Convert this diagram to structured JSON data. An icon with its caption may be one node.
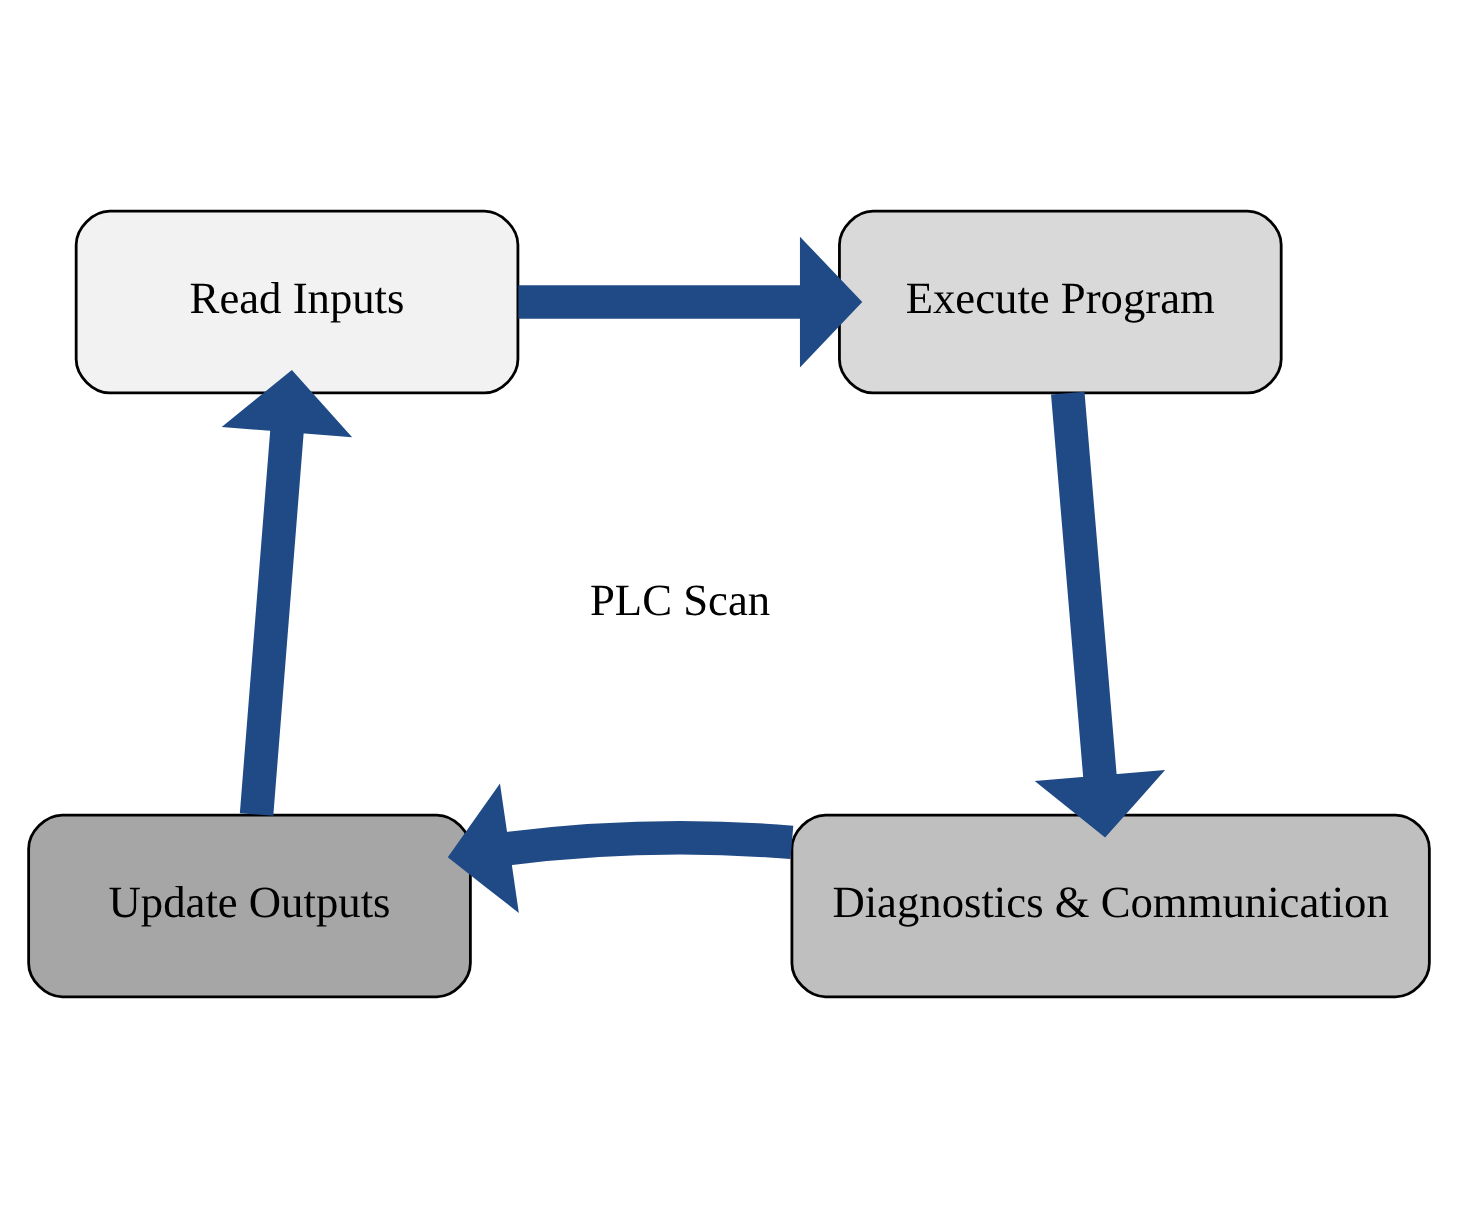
{
  "diagram": {
    "nodes": [
      {
        "text": [
          "Read Inputs"
        ]
      },
      {
        "text": [
          "Execute Program"
        ]
      },
      {
        "text": [
          "Diagnostics & Communication"
        ]
      },
      {
        "text": [
          "Update Outputs"
        ]
      }
    ],
    "edges": [
      {
        "from": 0,
        "to": 1,
        "arrow": "to"
      },
      {
        "from": 1,
        "to": 2,
        "arrow": "to"
      },
      {
        "from": 2,
        "to": 3,
        "arrow": "to"
      },
      {
        "from": 3,
        "to": 0,
        "arrow": "to"
      }
    ],
    "labels": [
      "PLC Scan"
    ]
  }
}
